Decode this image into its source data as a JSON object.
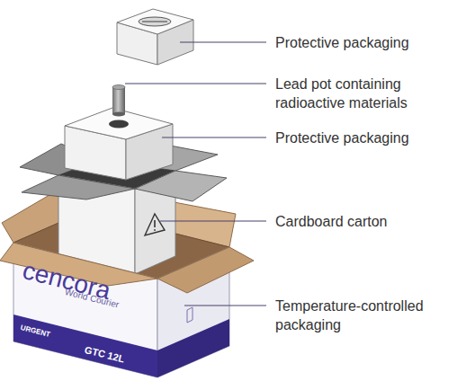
{
  "diagram": {
    "labels": [
      "Protective packaging",
      "Lead pot containing radioactive materials",
      "Protective packaging",
      "Cardboard carton",
      "Temperature-controlled packaging",
      "cencora",
      "World Courier",
      "URGENT",
      "GTC 12L"
    ]
  }
}
